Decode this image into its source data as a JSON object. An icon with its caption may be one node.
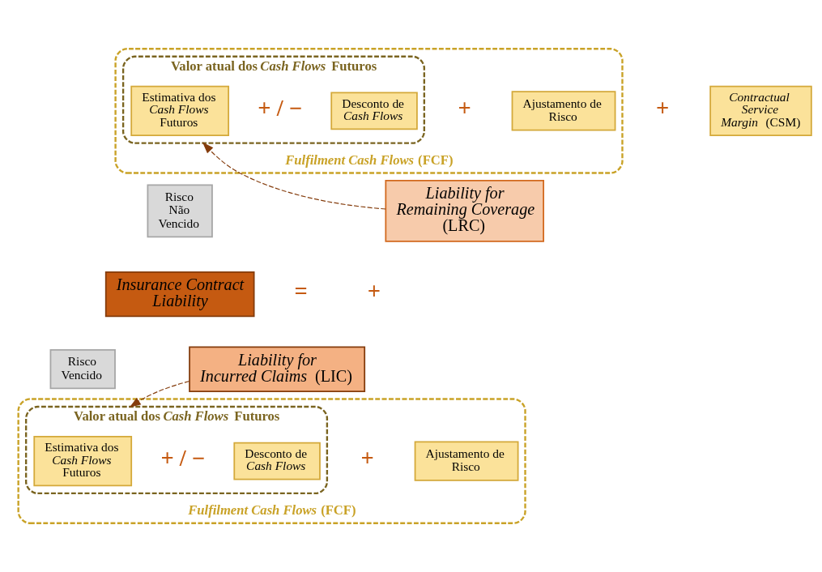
{
  "diagram": {
    "nodes": [
      {
        "text": [
          "*Fulfilment Cash Flows* (FCF)"
        ]
      },
      {
        "text": [
          "Valor atual dos *Cash Flows* Futuros"
        ],
        "in": 0
      },
      {
        "text": [
          "Estimativa dos *Cash Flows* Futuros"
        ],
        "in": 1
      },
      {
        "text": [
          "Desconto de *Cash Flows*"
        ],
        "in": 1
      },
      {
        "text": [
          "Ajustamento de Risco"
        ],
        "in": 0
      },
      {
        "text": [
          "*Contractual Service Margin* (CSM)"
        ]
      },
      {
        "text": [
          "Risco Não Vencido"
        ]
      },
      {
        "text": [
          "*Liability for Remaining Coverage* (LRC)"
        ]
      },
      {
        "text": [
          "*Insurance Contract Liability*"
        ]
      },
      {
        "text": [
          "*Liability for Incurred Claims* (LIC)"
        ]
      },
      {
        "text": [
          "Risco Vencido"
        ]
      },
      {
        "text": [
          "*Fulfilment Cash Flows* (FCF)"
        ]
      },
      {
        "text": [
          "Valor atual dos *Cash Flows* Futuros"
        ],
        "in": 11
      },
      {
        "text": [
          "Estimativa dos *Cash Flows* Futuros"
        ],
        "in": 12
      },
      {
        "text": [
          "Desconto de *Cash Flows*"
        ],
        "in": 12
      },
      {
        "text": [
          "Ajustamento de Risco"
        ],
        "in": 11
      }
    ],
    "edges": [
      {
        "from": 7,
        "to": 1,
        "arrow": "to",
        "style": "dashed"
      },
      {
        "from": 9,
        "to": 12,
        "arrow": "to",
        "style": "dashed"
      }
    ],
    "labels": [
      "+ / −",
      "+",
      "+",
      "=",
      "+",
      "+ / −",
      "+"
    ]
  }
}
